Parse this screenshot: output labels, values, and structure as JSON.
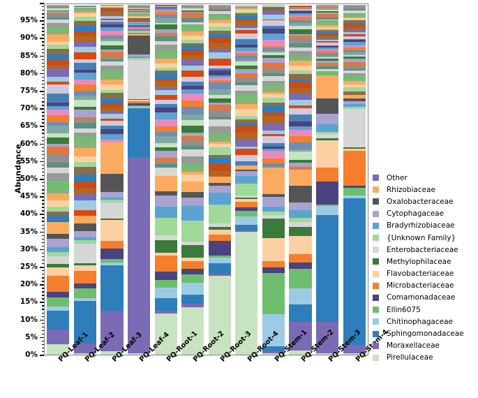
{
  "chart_data": {
    "type": "bar",
    "subtype": "stacked-100-percent",
    "title": "",
    "xlabel": "",
    "ylabel": "Abundance",
    "ylim": [
      0,
      100
    ],
    "ytick_labels": [
      "0%",
      "5%",
      "10%",
      "15%",
      "20%",
      "25%",
      "30%",
      "35%",
      "40%",
      "45%",
      "50%",
      "55%",
      "60%",
      "65%",
      "70%",
      "75%",
      "80%",
      "85%",
      "90%",
      "95%"
    ],
    "ytick_values": [
      0,
      5,
      10,
      15,
      20,
      25,
      30,
      35,
      40,
      45,
      50,
      55,
      60,
      65,
      70,
      75,
      80,
      85,
      90,
      95
    ],
    "grid": false,
    "legend_position": "right",
    "categories": [
      "PQ-Leaf-1",
      "PQ-Leaf-2",
      "PQ-Leaf-3",
      "PQ-Leaf-4",
      "PQ-Root-1",
      "PQ-Root-2",
      "PQ-Root-3",
      "PQ-Root-4",
      "PQ-Stem-1",
      "PQ-Stem-2",
      "PQ-Stem-3",
      "PQ-Stem-4"
    ],
    "series": [
      {
        "name": "Pirellulaceae",
        "color": "#c7e3bf",
        "values": [
          3.0,
          0.5,
          1.0,
          0.4,
          11.8,
          13.5,
          22.5,
          35.0,
          0.5,
          1.2,
          0.5,
          0.5
        ]
      },
      {
        "name": "Moraxellaceae",
        "color": "#7b6ab5",
        "values": [
          4.2,
          2.6,
          11.5,
          56.0,
          0.8,
          1.0,
          0.6,
          0.5,
          0.5,
          8.2,
          8.8,
          2.2
        ]
      },
      {
        "name": "Sphingomonadaceae",
        "color": "#2e7ebb",
        "values": [
          5.3,
          12.3,
          13.0,
          14.0,
          3.5,
          2.6,
          3.0,
          1.5,
          1.3,
          4.9,
          30.5,
          42.0
        ]
      },
      {
        "name": "Chitinophagaceae",
        "color": "#9dcbe4",
        "values": [
          1.3,
          0.7,
          0.8,
          0.4,
          3.0,
          3.5,
          1.6,
          2.4,
          9.2,
          4.6,
          2.6,
          0.7
        ]
      },
      {
        "name": "Ellin6075",
        "color": "#6ebe6e",
        "values": [
          2.6,
          2.8,
          1.0,
          0.4,
          2.2,
          2.3,
          0.6,
          1.6,
          11.8,
          5.6,
          0.5,
          2.2
        ]
      },
      {
        "name": "Comamonadaceae",
        "color": "#4a4380",
        "values": [
          1.6,
          1.4,
          3.0,
          0.5,
          2.5,
          1.6,
          4.2,
          1.0,
          1.6,
          1.8,
          6.5,
          0.6
        ]
      },
      {
        "name": "Microbacteriaceae",
        "color": "#f47e2c",
        "values": [
          4.6,
          3.6,
          2.2,
          0.6,
          4.4,
          2.2,
          1.8,
          1.7,
          1.8,
          2.4,
          4.0,
          10.0
        ]
      },
      {
        "name": "Flavobacteriaceae",
        "color": "#fcd0a2",
        "values": [
          2.4,
          1.7,
          6.0,
          0.4,
          0.9,
          1.1,
          1.4,
          0.7,
          6.6,
          5.2,
          7.8,
          0.6
        ]
      },
      {
        "name": "Methylophilaceae",
        "color": "#3a7a3a",
        "values": [
          0.9,
          0.6,
          0.4,
          0.3,
          3.6,
          3.4,
          0.7,
          0.4,
          5.6,
          2.5,
          0.5,
          0.4
        ]
      },
      {
        "name": "Enterobacteriaceae",
        "color": "#d6d6d6",
        "values": [
          2.2,
          5.5,
          4.6,
          11.0,
          1.4,
          1.0,
          1.0,
          0.6,
          1.0,
          1.4,
          1.2,
          11.0
        ]
      },
      {
        "name": "{Unknown Family}",
        "color": "#a1d99b",
        "values": [
          1.3,
          1.0,
          0.7,
          0.6,
          5.0,
          6.0,
          5.4,
          3.4,
          1.0,
          1.3,
          0.7,
          0.6
        ]
      },
      {
        "name": "Bradyrhizobiaceae",
        "color": "#5ba3d0",
        "values": [
          1.2,
          0.8,
          0.7,
          0.4,
          3.2,
          4.2,
          3.4,
          2.2,
          1.4,
          2.2,
          2.1,
          0.7
        ]
      },
      {
        "name": "Cytophagaceae",
        "color": "#a8a3cf",
        "values": [
          2.4,
          1.8,
          1.5,
          0.6,
          3.2,
          2.4,
          2.0,
          1.4,
          2.8,
          2.2,
          3.0,
          0.8
        ]
      },
      {
        "name": "Oxalobacteraceae",
        "color": "#555555",
        "values": [
          1.4,
          2.2,
          5.2,
          5.5,
          1.2,
          1.7,
          0.8,
          0.5,
          0.8,
          4.8,
          4.4,
          0.8
        ]
      },
      {
        "name": "Rhizobiaceae",
        "color": "#fbab60",
        "values": [
          3.4,
          2.2,
          9.0,
          0.6,
          4.4,
          3.0,
          1.8,
          1.1,
          7.6,
          4.6,
          6.6,
          1.0
        ]
      },
      {
        "name": "Other",
        "color": "#7570b3",
        "values": [
          62.2,
          60.3,
          39.4,
          8.3,
          48.9,
          50.5,
          49.2,
          46.0,
          46.5,
          47.1,
          20.3,
          25.9
        ]
      }
    ]
  },
  "legend": {
    "items": [
      {
        "label": "Other",
        "color": "#7570b3"
      },
      {
        "label": "Rhizobiaceae",
        "color": "#fbab60"
      },
      {
        "label": "Oxalobacteraceae",
        "color": "#555555"
      },
      {
        "label": "Cytophagaceae",
        "color": "#a8a3cf"
      },
      {
        "label": "Bradyrhizobiaceae",
        "color": "#5ba3d0"
      },
      {
        "label": "{Unknown Family}",
        "color": "#a1d99b"
      },
      {
        "label": "Enterobacteriaceae",
        "color": "#d6d6d6"
      },
      {
        "label": "Methylophilaceae",
        "color": "#3a7a3a"
      },
      {
        "label": "Flavobacteriaceae",
        "color": "#fcd0a2"
      },
      {
        "label": "Microbacteriaceae",
        "color": "#f47e2c"
      },
      {
        "label": "Comamonadaceae",
        "color": "#4a4380"
      },
      {
        "label": "Ellin6075",
        "color": "#6ebe6e"
      },
      {
        "label": "Chitinophagaceae",
        "color": "#9dcbe4"
      },
      {
        "label": "Sphingomonadaceae",
        "color": "#2e7ebb"
      },
      {
        "label": "Moraxellaceae",
        "color": "#7b6ab5"
      },
      {
        "label": "Pirellulaceae",
        "color": "#c7e3bf"
      }
    ]
  },
  "other_detail_palette": [
    "#2e7ebb",
    "#f47e2c",
    "#6ebe6e",
    "#d9480f",
    "#a8a3cf",
    "#8c6d4a",
    "#e78ac3",
    "#999999",
    "#9dcbe4",
    "#3a7a3a",
    "#a1d99b",
    "#5ba3d0",
    "#d6d6d6",
    "#7b6ab5",
    "#c7e3bf",
    "#fcd0a2",
    "#4a4380",
    "#5e8f7e",
    "#b5651d",
    "#7fa8a0",
    "#fbab60",
    "#4a7fb5",
    "#8f8f8f",
    "#c44e1a",
    "#6d8fb5",
    "#86b37a",
    "#cfc9e2",
    "#e8743b"
  ]
}
